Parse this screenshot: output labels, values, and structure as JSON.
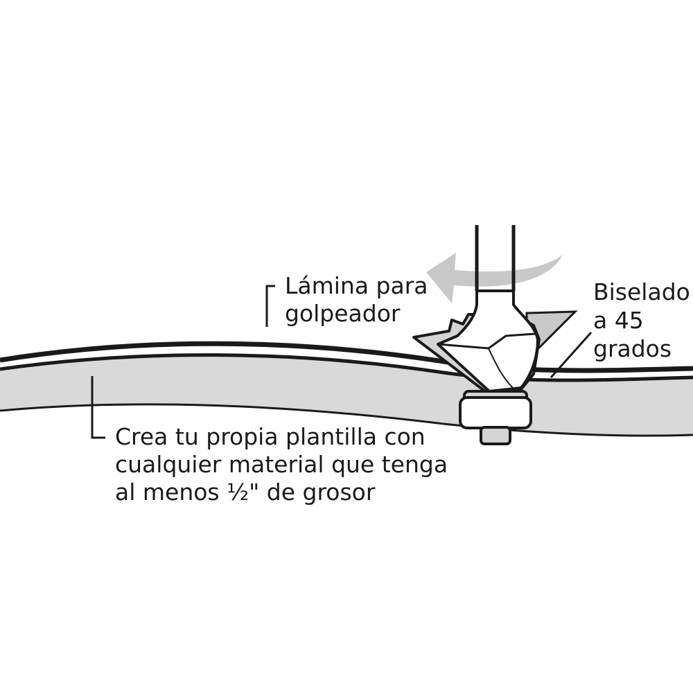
{
  "labels": {
    "strike_plate": {
      "line1": "Lámina para",
      "line2": "golpeador"
    },
    "bevel": {
      "line1": "Biselado",
      "line2": "a 45",
      "line3": "grados"
    },
    "template": {
      "line1": "Crea tu propia plantilla con",
      "line2": "cualquier material que tenga",
      "line3": "al menos ½\" de grosor"
    }
  },
  "colors": {
    "ink": "#1a1a1a",
    "board_fill": "#d9d9d9",
    "arrow_fill": "#c8c8c8",
    "bit_fill": "#ffffff"
  }
}
